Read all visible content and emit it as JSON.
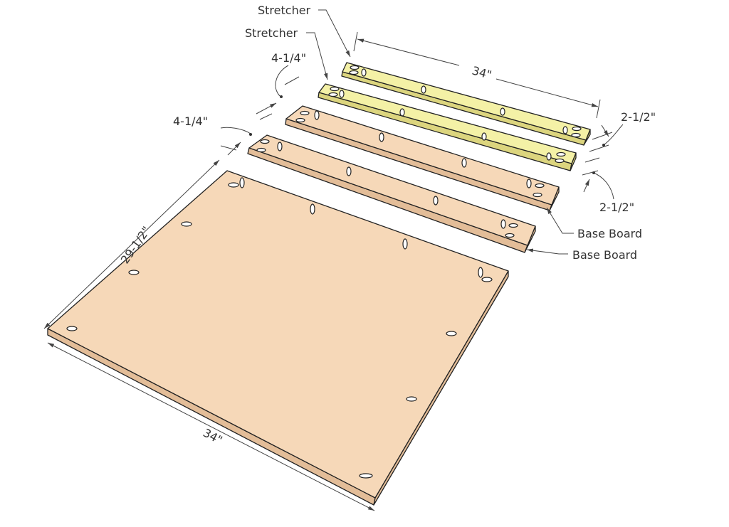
{
  "labels": {
    "stretcher_top": "Stretcher",
    "stretcher_second": "Stretcher",
    "base_board_upper": "Base Board",
    "base_board_lower": "Base Board"
  },
  "dimensions": {
    "stretcher_length": "34\"",
    "stretcher_spacing_upper": "4-1/4\"",
    "base_board_width": "4-1/4\"",
    "stretcher_width_upper": "2-1/2\"",
    "stretcher_width_lower": "2-1/2\"",
    "panel_depth": "29-1/2\"",
    "panel_length": "34\""
  },
  "colors": {
    "stretcher_top": "#f4f1a6",
    "stretcher_side": "#dcd57e",
    "board_top": "#f6d8b8",
    "board_side": "#e3bd98"
  }
}
